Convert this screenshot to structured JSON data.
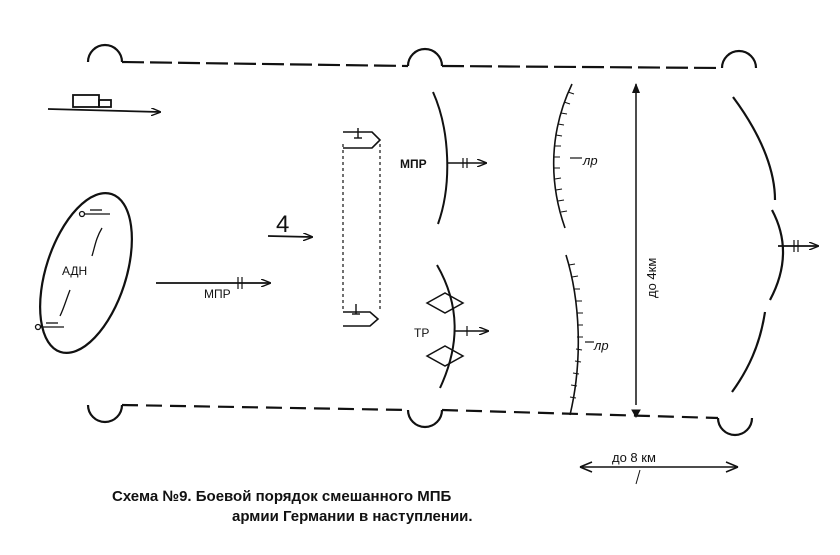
{
  "labels": {
    "adn": "АДН",
    "mpr_left": "МПР",
    "mpr_right": "МПР",
    "tr": "ТР",
    "flag_num": "4",
    "lr_top": "лр",
    "lr_bottom": "лр",
    "depth": "до 4км",
    "width": "до 8 км"
  },
  "caption": {
    "line1": "Схема №9. Боевой порядок смешанного МПБ",
    "line2": "армии Германии в наступлении."
  },
  "colors": {
    "ink": "#111111",
    "background": "#ffffff"
  }
}
